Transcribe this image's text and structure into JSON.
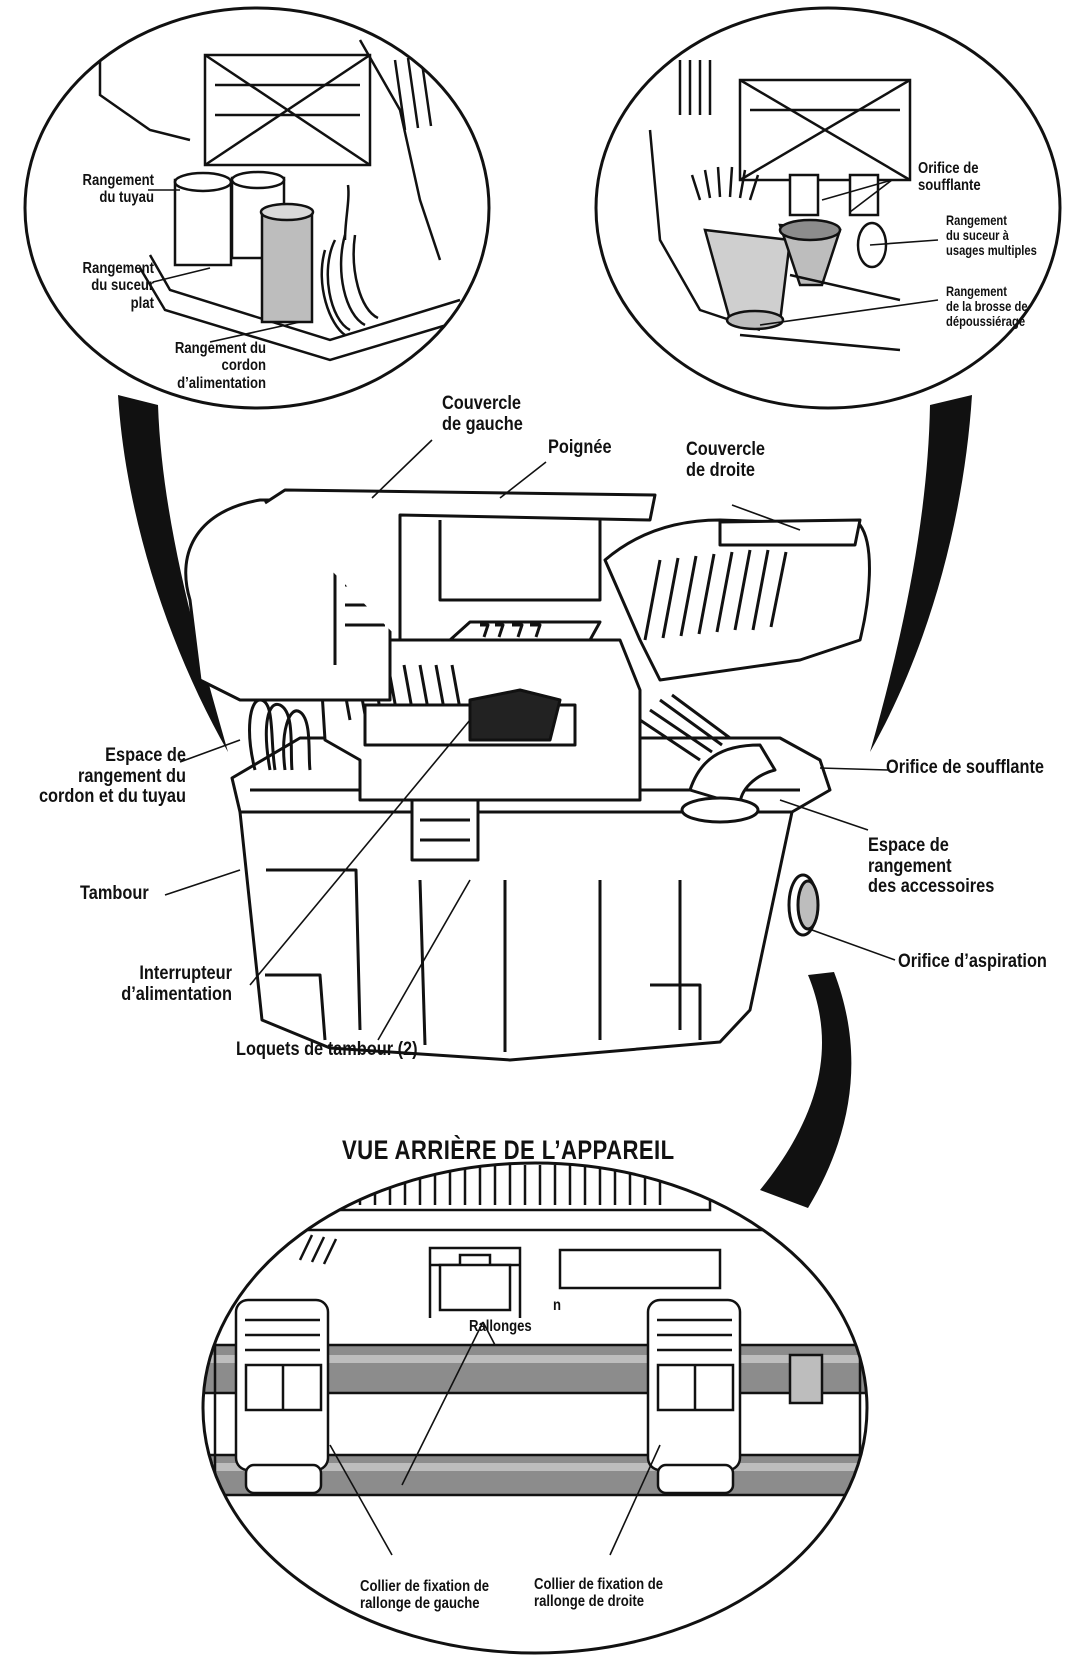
{
  "title": "VUE ARRIÈRE DE L’APPAREIL",
  "callouts": {
    "hose_storage": [
      "Rangement",
      "du tuyau"
    ],
    "flat_nozzle_storage": [
      "Rangement",
      "du suceur",
      "plat"
    ],
    "cord_storage": [
      "Rangement du",
      "cordon",
      "d’alimentation"
    ],
    "blower_port_top": [
      "Orifice de",
      "soufflante"
    ],
    "multi_nozzle_storage": [
      "Rangement",
      "du suceur à",
      "usages multiples"
    ],
    "brush_storage": [
      "Rangement",
      "de la brosse de",
      "dépoussiérage"
    ],
    "left_cover": [
      "Couvercle",
      "de gauche"
    ],
    "handle": [
      "Poignée"
    ],
    "right_cover": [
      "Couvercle",
      "de droite"
    ],
    "cord_hose_space": [
      "Espace de",
      "rangement du",
      "cordon et du tuyau"
    ],
    "blower_port": [
      "Orifice de soufflante"
    ],
    "accessory_space": [
      "Espace de",
      "rangement",
      "des accessoires"
    ],
    "drum": [
      "Tambour"
    ],
    "suction_port": [
      "Orifice d’aspiration"
    ],
    "power_switch": [
      "Interrupteur",
      "d’alimentation"
    ],
    "drum_latches": [
      "Loquets de tambour (2)"
    ],
    "extensions": [
      "Rallonges"
    ],
    "extension_mark": [
      "n"
    ],
    "left_collar": [
      "Collier de fixation de",
      "rallonge de gauche"
    ],
    "right_collar": [
      "Collier de fixation de",
      "rallonge de droite"
    ]
  }
}
